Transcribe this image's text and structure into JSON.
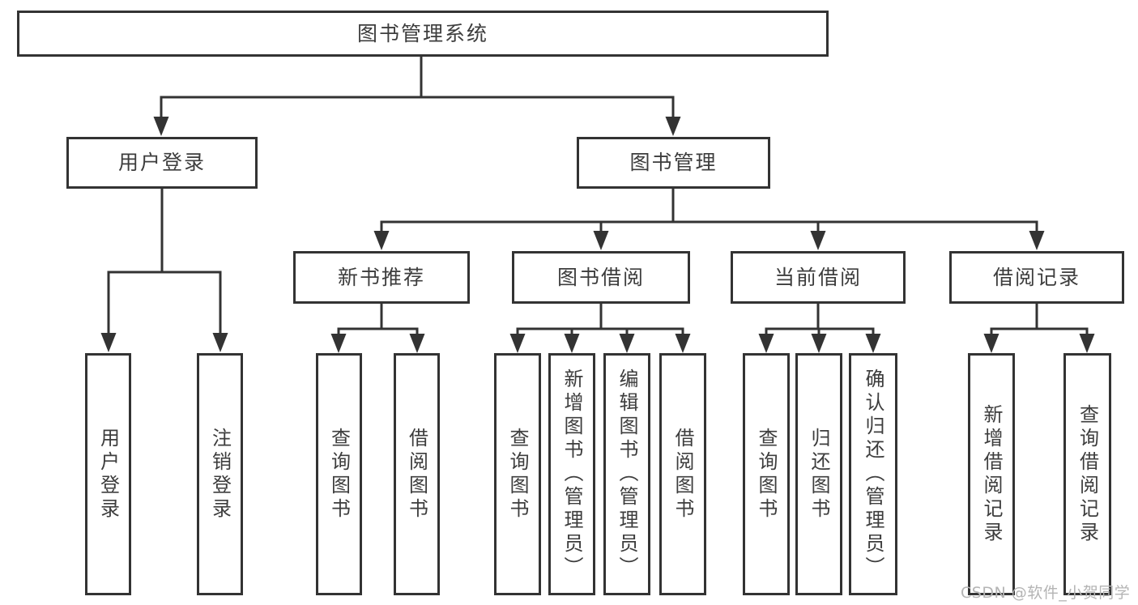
{
  "diagram": {
    "root": {
      "label": "图书管理系统"
    },
    "branches": [
      {
        "label": "用户登录",
        "children": [
          {
            "label": "用户登录"
          },
          {
            "label": "注销登录"
          }
        ]
      },
      {
        "label": "图书管理",
        "children": [
          {
            "label": "新书推荐",
            "children": [
              {
                "label": "查询图书"
              },
              {
                "label": "借阅图书"
              }
            ]
          },
          {
            "label": "图书借阅",
            "children": [
              {
                "label": "查询图书"
              },
              {
                "label": "新增图书（管理员）"
              },
              {
                "label": "编辑图书（管理员）"
              },
              {
                "label": "借阅图书"
              }
            ]
          },
          {
            "label": "当前借阅",
            "children": [
              {
                "label": "查询图书"
              },
              {
                "label": "归还图书"
              },
              {
                "label": "确认归还（管理员）"
              }
            ]
          },
          {
            "label": "借阅记录",
            "children": [
              {
                "label": "新增借阅记录"
              },
              {
                "label": "查询借阅记录"
              }
            ]
          }
        ]
      }
    ]
  },
  "watermark": {
    "text": "CSDN @软件_小贺同学"
  },
  "colors": {
    "line": "#333333",
    "text": "#3d3d3d",
    "watermark": "#b4b4b4",
    "background": "#ffffff"
  }
}
